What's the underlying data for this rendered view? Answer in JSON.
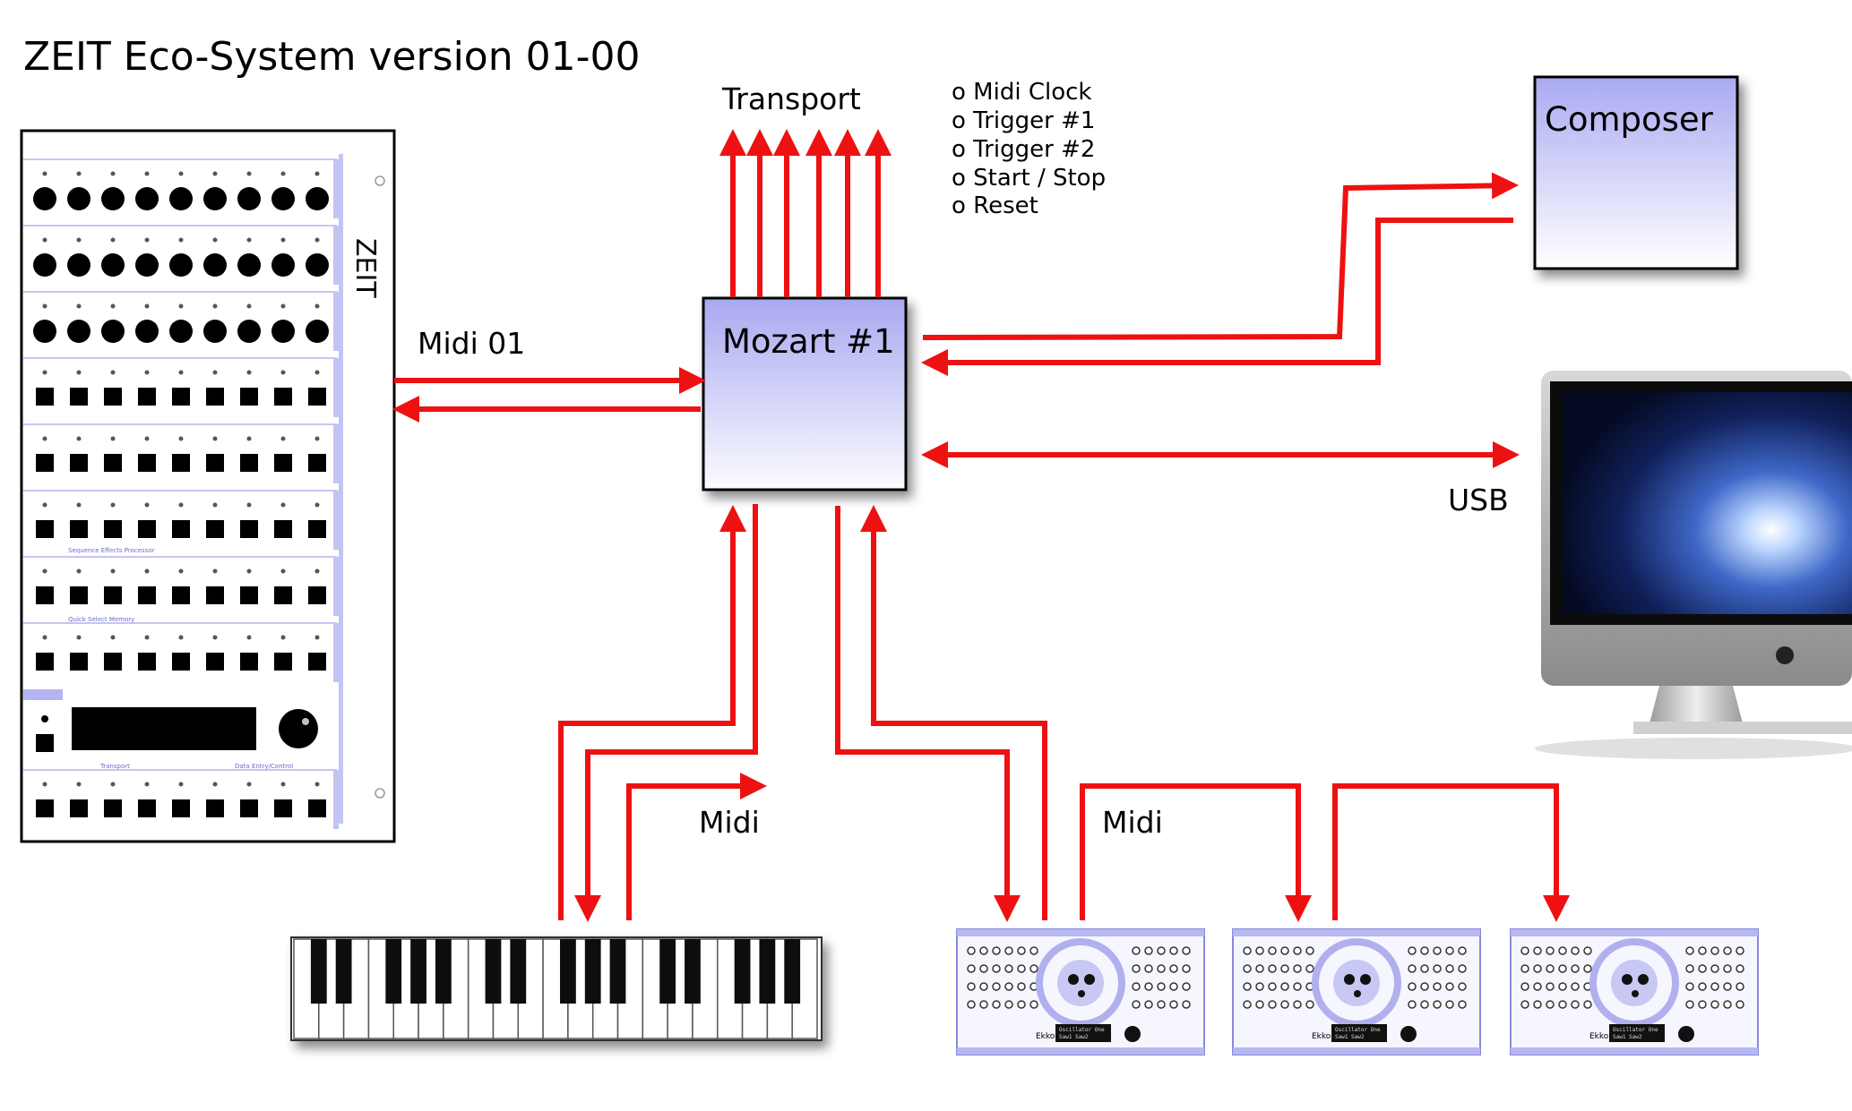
{
  "title": "ZEIT Eco-System version 01-00",
  "hub": {
    "label": "Mozart #1"
  },
  "composer": {
    "label": "Composer"
  },
  "transport": {
    "label": "Transport",
    "items": [
      "o Midi Clock",
      "o Trigger #1",
      "o Trigger #2",
      "o Start / Stop",
      "o Reset"
    ]
  },
  "links": {
    "midi01": "Midi 01",
    "midi_keyboard": "Midi",
    "midi_modules": "Midi",
    "usb": "USB"
  },
  "devices": {
    "sequencer": {
      "brand_vertical": "ZEIT",
      "section_labels": [
        "Sequence Effects Processor",
        "Quick Select Memory",
        "Transport",
        "Data Entry/Control"
      ]
    },
    "module": {
      "name": "Ekko",
      "display_line1": "Oscillator One",
      "display_line2": "Saw1 Saw2"
    }
  },
  "colors": {
    "wire": "#ee1111",
    "box_top": "#ffffff",
    "box_bottom": "#aaaaf2",
    "panel_accent": "#a8a8ee"
  }
}
